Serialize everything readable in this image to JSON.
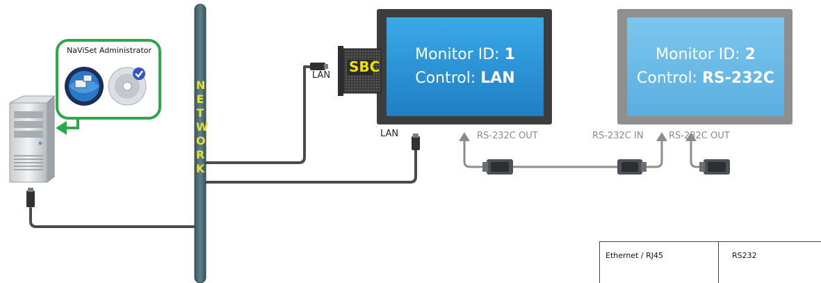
{
  "software": {
    "title": "NaViSet Administrator"
  },
  "network": {
    "letters": [
      "N",
      "E",
      "T",
      "W",
      "O",
      "R",
      "K"
    ]
  },
  "monitors": [
    {
      "id_label": "Monitor ID:",
      "id_value": "1",
      "control_label": "Control:",
      "control_value": "LAN"
    },
    {
      "id_label": "Monitor ID:",
      "id_value": "2",
      "control_label": "Control:",
      "control_value": "RS-232C"
    }
  ],
  "sbc": {
    "label": "SBC"
  },
  "labels": {
    "lan_sbc": "LAN",
    "lan_monitor": "LAN",
    "rs_out_1": "RS-232C OUT",
    "rs_in_2": "RS-232C IN",
    "rs_out_2": "RS-232C OUT"
  },
  "legend": {
    "ethernet_label": "Ethernet / RJ45",
    "rs232_label": "RS232"
  },
  "colors": {
    "screen_blue": "#2f9ee0",
    "network_bar": "#4d6b73",
    "software_frame": "#2aa84a",
    "sbc_text": "#f0e000"
  }
}
